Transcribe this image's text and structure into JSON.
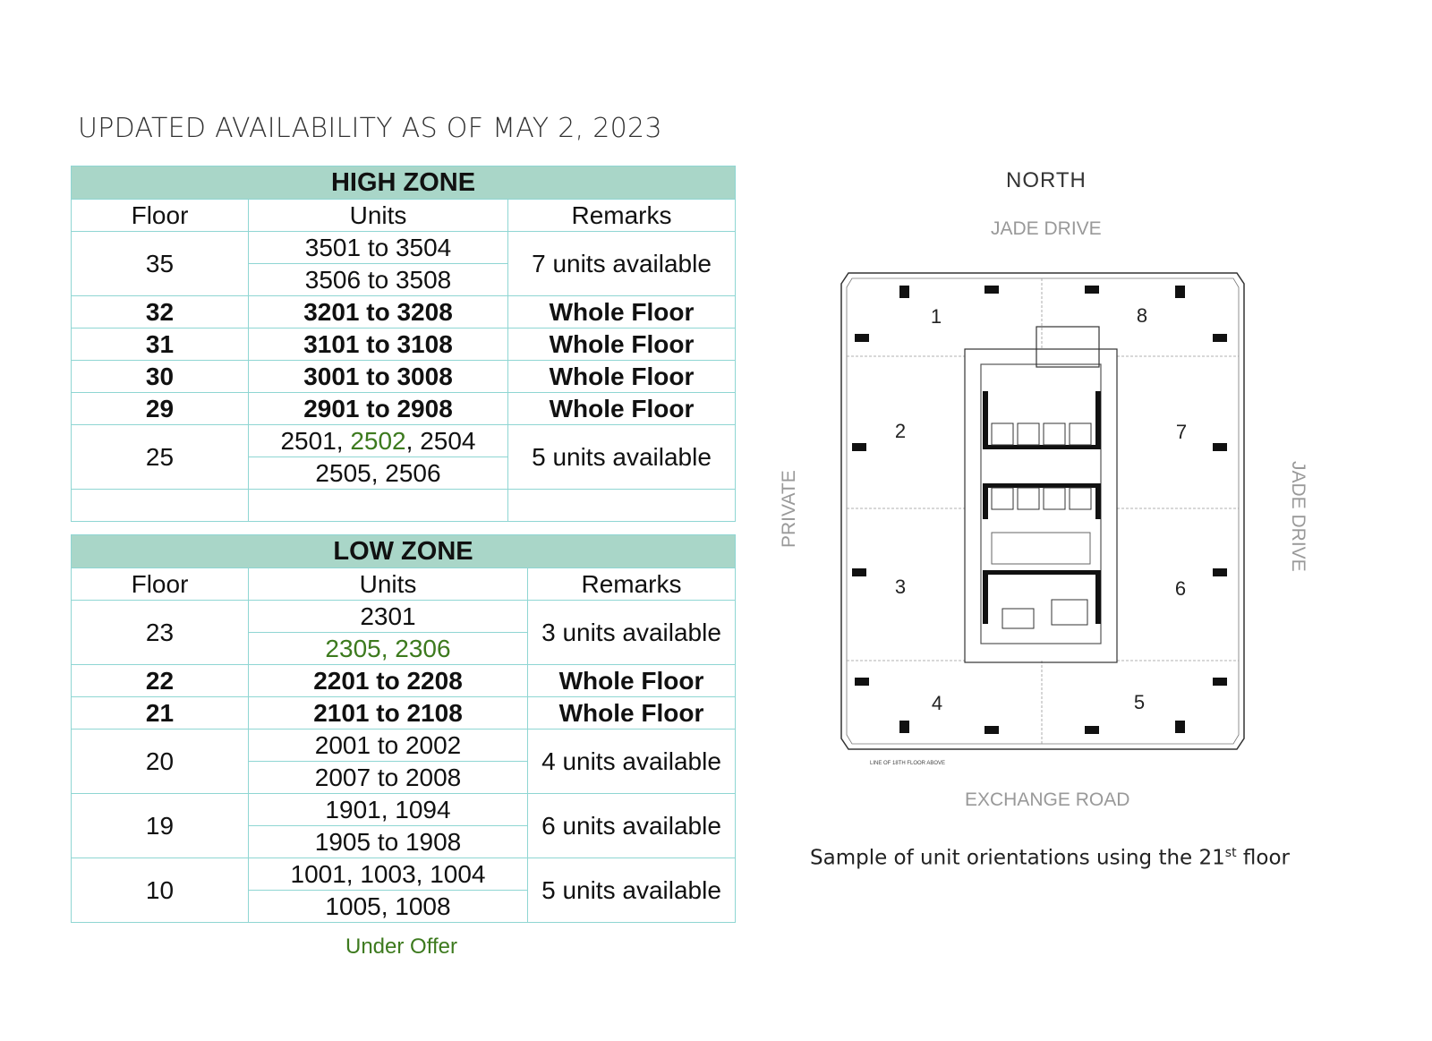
{
  "title": "UPDATED AVAILABILITY AS OF MAY 2, 2023",
  "headers": {
    "floor": "Floor",
    "units": "Units",
    "remarks": "Remarks"
  },
  "high_zone": {
    "label": "HIGH ZONE",
    "rows": [
      {
        "floor": "35",
        "units": [
          "3501 to 3504",
          "3506 to 3508"
        ],
        "remarks": "7 units available"
      },
      {
        "floor": "32",
        "units": [
          "3201 to 3208"
        ],
        "remarks": "Whole Floor"
      },
      {
        "floor": "31",
        "units": [
          "3101 to 3108"
        ],
        "remarks": "Whole Floor"
      },
      {
        "floor": "30",
        "units": [
          "3001 to 3008"
        ],
        "remarks": "Whole Floor"
      },
      {
        "floor": "29",
        "units": [
          "2901 to 2908"
        ],
        "remarks": "Whole Floor"
      },
      {
        "floor": "25",
        "units_parts": [
          "2501, ",
          "2502",
          ", 2504"
        ],
        "units": [
          "2505, 2506"
        ],
        "remarks": "5 units available"
      }
    ]
  },
  "low_zone": {
    "label": "LOW ZONE",
    "rows": [
      {
        "floor": "23",
        "units": [
          "2301",
          "2305, 2306"
        ],
        "remarks": "3 units available"
      },
      {
        "floor": "22",
        "units": [
          "2201 to 2208"
        ],
        "remarks": "Whole Floor"
      },
      {
        "floor": "21",
        "units": [
          "2101 to 2108"
        ],
        "remarks": "Whole Floor"
      },
      {
        "floor": "20",
        "units": [
          "2001 to 2002",
          "2007 to 2008"
        ],
        "remarks": "4 units available"
      },
      {
        "floor": "19",
        "units": [
          "1901, 1094",
          "1905 to 1908"
        ],
        "remarks": "6 units available"
      },
      {
        "floor": "10",
        "units": [
          "1001, 1003, 1004",
          "1005, 1008"
        ],
        "remarks": "5 units available"
      }
    ]
  },
  "legend": {
    "under_offer": "Under Offer",
    "under_offer_color": "#3d7a1e"
  },
  "floor_plan": {
    "north": "NORTH",
    "top_road": "JADE DRIVE",
    "bottom_road": "EXCHANGE ROAD",
    "left_road": "PRIVATE",
    "right_road": "JADE DRIVE",
    "note": "LINE OF 18TH FLOOR ABOVE",
    "unit_numbers": [
      "1",
      "2",
      "3",
      "4",
      "5",
      "6",
      "7",
      "8"
    ]
  },
  "caption": {
    "pre": "Sample of unit orientations using the 21",
    "sup": "st",
    "post": " floor"
  }
}
